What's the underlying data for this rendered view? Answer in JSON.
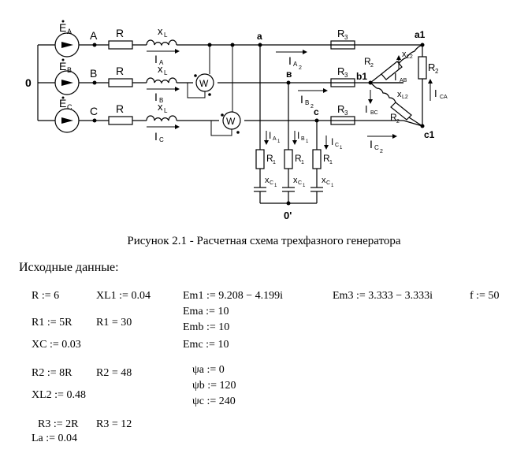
{
  "figure": {
    "node_zero": "0",
    "node_zero_prime": "0'",
    "phases": [
      {
        "emf": "E",
        "emf_sub": "A",
        "line": "A",
        "r": "R",
        "x": "x",
        "x_sub": "L",
        "cur": "I",
        "cur_sub": "A"
      },
      {
        "emf": "E",
        "emf_sub": "B",
        "line": "B",
        "r": "R",
        "x": "x",
        "x_sub": "L",
        "cur": "I",
        "cur_sub": "B"
      },
      {
        "emf": "E",
        "emf_sub": "C",
        "line": "C",
        "r": "R",
        "x": "x",
        "x_sub": "L",
        "cur": "I",
        "cur_sub": "C"
      }
    ],
    "wattmeter": "W",
    "nodes": {
      "a": "a",
      "b": "в",
      "c": "c",
      "a1": "a1",
      "b1": "b1",
      "c1": "c1"
    },
    "r3": {
      "base": "R",
      "sub": "3"
    },
    "load_currents": [
      {
        "base": "I",
        "sub": "A",
        "sub2": "2"
      },
      {
        "base": "I",
        "sub": "B",
        "sub2": "2"
      },
      {
        "base": "I",
        "sub": "C",
        "sub2": "2"
      }
    ],
    "star_branches": [
      {
        "cur": "I",
        "cur_sub": "A",
        "cur_sub2": "1",
        "r": "R",
        "r_sub": "1",
        "x": "x",
        "x_sub": "C",
        "x_sub2": "1"
      },
      {
        "cur": "I",
        "cur_sub": "B",
        "cur_sub2": "1",
        "r": "R",
        "r_sub": "1",
        "x": "x",
        "x_sub": "C",
        "x_sub2": "1"
      },
      {
        "cur": "I",
        "cur_sub": "C",
        "cur_sub2": "1",
        "r": "R",
        "r_sub": "1",
        "x": "x",
        "x_sub": "C",
        "x_sub2": "1"
      }
    ],
    "delta": {
      "r2": {
        "base": "R",
        "sub": "2"
      },
      "xl2": {
        "base": "x",
        "sub": "L2"
      },
      "i_ab": {
        "base": "I",
        "sub": "AB"
      },
      "i_bc": {
        "base": "I",
        "sub": "BC"
      },
      "i_ca": {
        "base": "I",
        "sub": "CA"
      }
    }
  },
  "caption": "Рисунок 2.1 - Расчетная схема трехфазного генератора",
  "given_title": "Исходные данные:",
  "math": {
    "r_def": "R := 6",
    "xl1_def": "XL1 := 0.04",
    "r1_def": "R1 := 5R",
    "r1_val": "R1 = 30",
    "xc_def": "XC := 0.03",
    "r2_def": "R2 := 8R",
    "r2_val": "R2 = 48",
    "xl2_def": "XL2 := 0.48",
    "r3_def": "R3 := 2R",
    "r3_val": "R3 = 12",
    "la_def": "La := 0.04",
    "em1": "Em1 := 9.208 − 4.199i",
    "em3": "Em3 := 3.333 − 3.333i",
    "f_def": "f := 50",
    "ema": "Ema := 10",
    "emb": "Emb := 10",
    "emc": "Emc := 10",
    "psi_a": "ψa := 0",
    "psi_b": "ψb := 120",
    "psi_c": "ψc := 240"
  }
}
